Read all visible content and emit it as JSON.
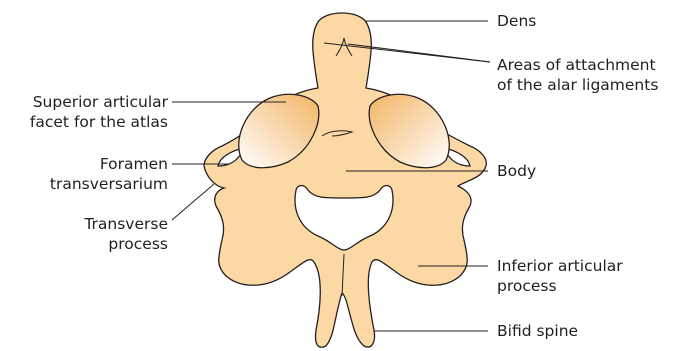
{
  "colors": {
    "bone_fill": "#fcd9a4",
    "bone_stroke": "#231f20",
    "facet_gradient_start": "#f3b463",
    "facet_gradient_end": "#ffffff",
    "foramen_fill": "#ffffff",
    "leader_line": "#231f20",
    "text": "#231f20",
    "background": "#ffffff"
  },
  "labels": {
    "dens": [
      "Dens"
    ],
    "alar_areas": [
      "Areas of attachment",
      "of the alar ligaments"
    ],
    "superior_facet": [
      "Superior articular",
      "facet for the atlas"
    ],
    "foramen": [
      "Foramen",
      "transversarium"
    ],
    "transverse": [
      "Transverse",
      "process"
    ],
    "body": [
      "Body"
    ],
    "inferior_facet": [
      "Inferior articular",
      "process"
    ],
    "bifid_spine": [
      "Bifid spine"
    ]
  }
}
